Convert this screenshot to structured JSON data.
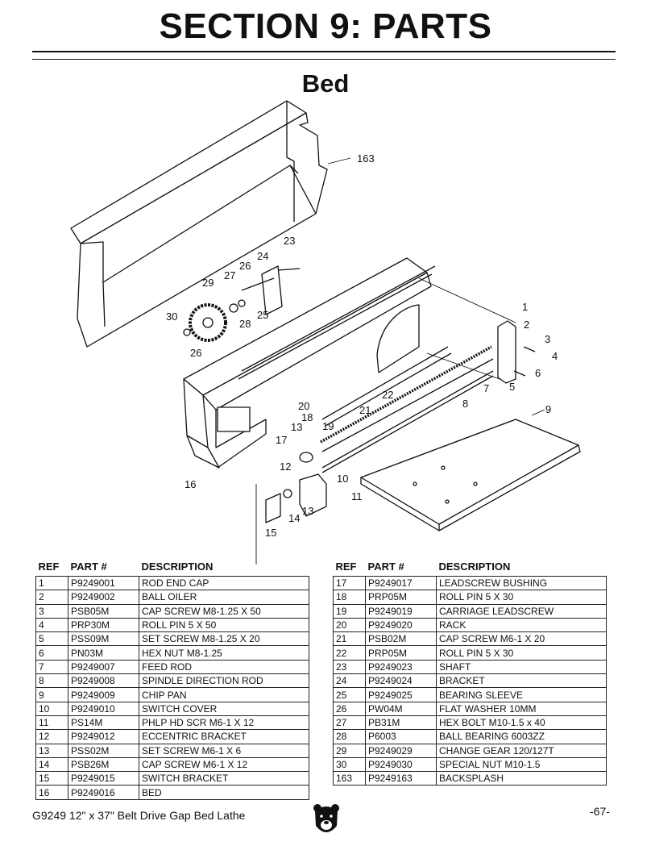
{
  "header": {
    "section_title": "SECTION 9: PARTS",
    "subtitle": "Bed"
  },
  "callouts": [
    "163",
    "23",
    "24",
    "26",
    "27",
    "29",
    "30",
    "28",
    "25",
    "26",
    "1",
    "2",
    "3",
    "4",
    "6",
    "5",
    "7",
    "22",
    "20",
    "21",
    "18",
    "19",
    "8",
    "9",
    "13",
    "17",
    "16",
    "12",
    "10",
    "11",
    "14",
    "13",
    "15"
  ],
  "table_headers": {
    "ref": "REF",
    "part": "PART #",
    "desc": "DESCRIPTION"
  },
  "parts_left": [
    [
      "1",
      "P9249001",
      "ROD END CAP"
    ],
    [
      "2",
      "P9249002",
      "BALL OILER"
    ],
    [
      "3",
      "PSB05M",
      "CAP SCREW M8-1.25 X 50"
    ],
    [
      "4",
      "PRP30M",
      "ROLL PIN 5 X 50"
    ],
    [
      "5",
      "PSS09M",
      "SET SCREW M8-1.25 X 20"
    ],
    [
      "6",
      "PN03M",
      "HEX NUT M8-1.25"
    ],
    [
      "7",
      "P9249007",
      "FEED ROD"
    ],
    [
      "8",
      "P9249008",
      "SPINDLE DIRECTION ROD"
    ],
    [
      "9",
      "P9249009",
      "CHIP PAN"
    ],
    [
      "10",
      "P9249010",
      "SWITCH COVER"
    ],
    [
      "11",
      "PS14M",
      "PHLP HD SCR M6-1 X 12"
    ],
    [
      "12",
      "P9249012",
      "ECCENTRIC BRACKET"
    ],
    [
      "13",
      "PSS02M",
      "SET SCREW M6-1 X 6"
    ],
    [
      "14",
      "PSB26M",
      "CAP SCREW M6-1 X 12"
    ],
    [
      "15",
      "P9249015",
      "SWITCH BRACKET"
    ],
    [
      "16",
      "P9249016",
      "BED"
    ]
  ],
  "parts_right": [
    [
      "17",
      "P9249017",
      "LEADSCREW BUSHING"
    ],
    [
      "18",
      "PRP05M",
      "ROLL PIN 5 X 30"
    ],
    [
      "19",
      "P9249019",
      "CARRIAGE LEADSCREW"
    ],
    [
      "20",
      "P9249020",
      "RACK"
    ],
    [
      "21",
      "PSB02M",
      "CAP SCREW M6-1 X 20"
    ],
    [
      "22",
      "PRP05M",
      "ROLL PIN 5 X 30"
    ],
    [
      "23",
      "P9249023",
      "SHAFT"
    ],
    [
      "24",
      "P9249024",
      "BRACKET"
    ],
    [
      "25",
      "P9249025",
      "BEARING SLEEVE"
    ],
    [
      "26",
      "PW04M",
      "FLAT WASHER 10MM"
    ],
    [
      "27",
      "PB31M",
      "HEX BOLT M10-1.5 x 40"
    ],
    [
      "28",
      "P6003",
      "BALL BEARING 6003ZZ"
    ],
    [
      "29",
      "P9249029",
      "CHANGE GEAR 120/127T"
    ],
    [
      "30",
      "P9249030",
      "SPECIAL NUT M10-1.5"
    ],
    [
      "163",
      "P9249163",
      "BACKSPLASH"
    ]
  ],
  "footer": {
    "model": "G9249  12\" x 37\" Belt Drive Gap Bed Lathe",
    "page": "-67-",
    "logo_icon": "grizzly-bear-icon"
  }
}
